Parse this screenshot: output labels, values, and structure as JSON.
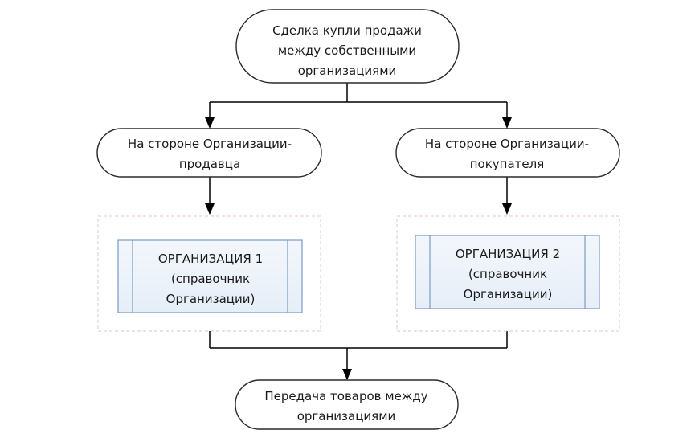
{
  "diagram": {
    "start_node": {
      "lines": [
        "Сделка купли продажи",
        "между собственными",
        "организациями"
      ]
    },
    "left_branch": {
      "side_node": {
        "lines": [
          "На стороне Организации-",
          "продавца"
        ]
      },
      "org_box": {
        "lines": [
          "ОРГАНИЗАЦИЯ 1",
          "(справочник",
          "Организации)"
        ]
      }
    },
    "right_branch": {
      "side_node": {
        "lines": [
          "На стороне Организации-",
          "покупателя"
        ]
      },
      "org_box": {
        "lines": [
          "ОРГАНИЗАЦИЯ 2",
          "(справочник",
          "Организации)"
        ]
      }
    },
    "end_node": {
      "lines": [
        "Передача товаров между",
        "организациями"
      ]
    },
    "colors": {
      "predefined_border": "#7a9cc4",
      "group_border": "#e2c4c8"
    }
  }
}
